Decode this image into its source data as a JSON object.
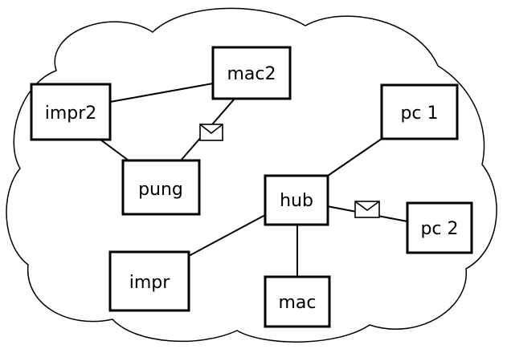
{
  "diagram": {
    "nodes": [
      {
        "id": "mac2",
        "label": "mac2"
      },
      {
        "id": "impr2",
        "label": "impr2"
      },
      {
        "id": "pc1",
        "label": "pc 1"
      },
      {
        "id": "pung",
        "label": "pung"
      },
      {
        "id": "hub",
        "label": "hub"
      },
      {
        "id": "pc2",
        "label": "pc 2"
      },
      {
        "id": "impr",
        "label": "impr"
      },
      {
        "id": "mac",
        "label": "mac"
      }
    ],
    "edges": [
      {
        "from": "impr2",
        "to": "mac2"
      },
      {
        "from": "impr2",
        "to": "pung"
      },
      {
        "from": "pung",
        "to": "mac2",
        "message_icon": true
      },
      {
        "from": "hub",
        "to": "pc1"
      },
      {
        "from": "hub",
        "to": "pc2",
        "message_icon": true
      },
      {
        "from": "hub",
        "to": "impr"
      },
      {
        "from": "hub",
        "to": "mac"
      }
    ],
    "icons": {
      "message": "envelope-icon",
      "boundary": "cloud-shape"
    },
    "colors": {
      "stroke": "#000000",
      "background": "#ffffff"
    }
  }
}
